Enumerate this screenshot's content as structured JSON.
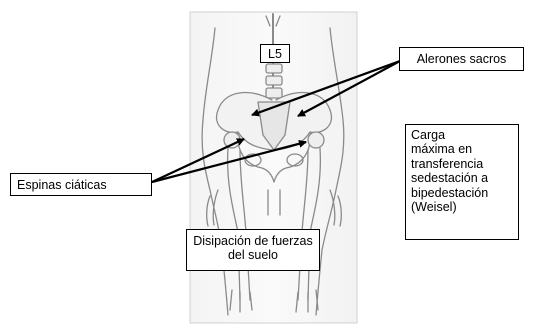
{
  "labels": {
    "l5": "L5",
    "alerones": "Alerones sacros",
    "espinas": "Espinas ciáticas",
    "disipacion": "Disipación de fuerzas del suelo",
    "carga": "Carga\nmáxima en\ntransferencia\nsedestación a\nbipedestación\n(Weisel)"
  },
  "colors": {
    "background": "#ffffff",
    "figure_line": "#8a8a8a",
    "figure_fill": "#eeeeee",
    "arrow": "#000000"
  }
}
